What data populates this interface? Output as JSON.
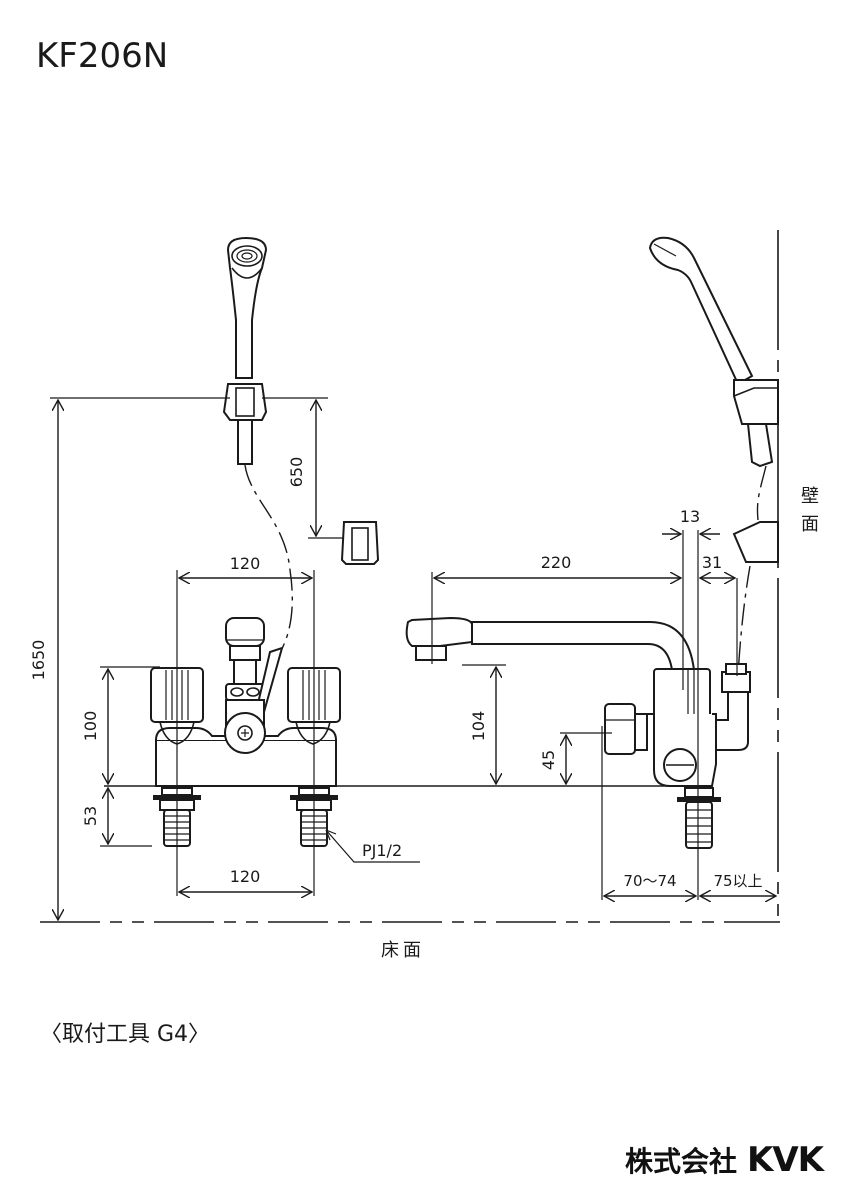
{
  "header": {
    "model": "KF206N"
  },
  "dimensions": {
    "total_height": "1650",
    "hook_spacing": "650",
    "handle_spacing_top": "120",
    "handle_height": "100",
    "shank_length": "53",
    "inlet_spacing_bottom": "120",
    "thread_spec": "PJ1/2",
    "spout_reach": "220",
    "body_offset": "13",
    "elbow_offset": "31",
    "spout_height": "104",
    "valve_height": "45",
    "wall_distance_range": "70～74",
    "wall_clearance": "75以上"
  },
  "labels": {
    "floor": "床面",
    "wall_line1": "壁",
    "wall_line2": "面"
  },
  "footer": {
    "tool_note": "〈取付工具 G4〉",
    "company_prefix": "株式会社",
    "company_logo": "KVK"
  }
}
